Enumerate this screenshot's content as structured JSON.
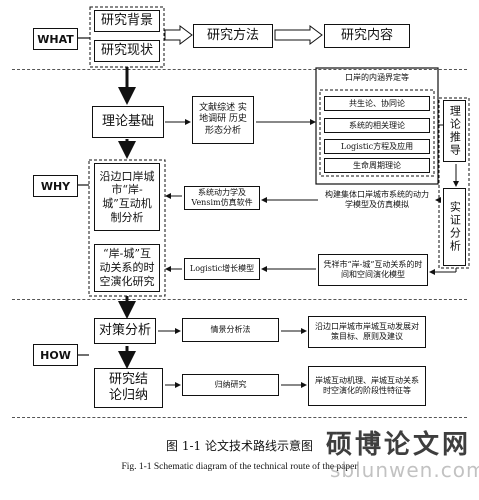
{
  "labels": {
    "what": "WHAT",
    "why": "WHY",
    "how": "HOW"
  },
  "what": {
    "background": "研究背景",
    "status": "研究现状",
    "method": "研究方法",
    "content": "研究内容"
  },
  "theory": {
    "basis": "理论基础",
    "approach": "文献综述 实地调研 历史形态分析",
    "defs": "口岸的内涵界定等",
    "symbiosis": "共生论、协同论",
    "systems": "系统的相关理论",
    "logistic": "Logistic方程及应用",
    "lifecycle": "生命周期理论",
    "derivation": "理论推导",
    "empirical": "实证分析"
  },
  "why": {
    "mechanism": "沿边口岸城市“岸-城”互动机制分析",
    "method": "系统动力学及Vensim仿真软件",
    "model": "构建集体口岸城市系统的动力学模型及仿真模拟",
    "evolution_study": "“岸-城”互动关系的时空演化研究",
    "logistic_model": "Logistic增长模型",
    "evolution": "凭祥市“岸-城”互动关系的时间和空间演化模型"
  },
  "how": {
    "policy": "对策分析",
    "scenario": "情景分析法",
    "policy_detail": "沿边口岸城市岸城互动发展对策目标、原则及建议",
    "conclusion": "研究结论归纳",
    "induction": "归纳研究",
    "conclusion_detail": "岸城互动机理、岸城互动关系时空演化的阶段性特征等"
  },
  "caption": {
    "cn": "图 1-1  论文技术路线示意图",
    "en": "Fig. 1-1    Schematic diagram of the technical route of the paper"
  },
  "watermark": {
    "main": "硕博论文网",
    "sub": "sblunwen.com"
  }
}
